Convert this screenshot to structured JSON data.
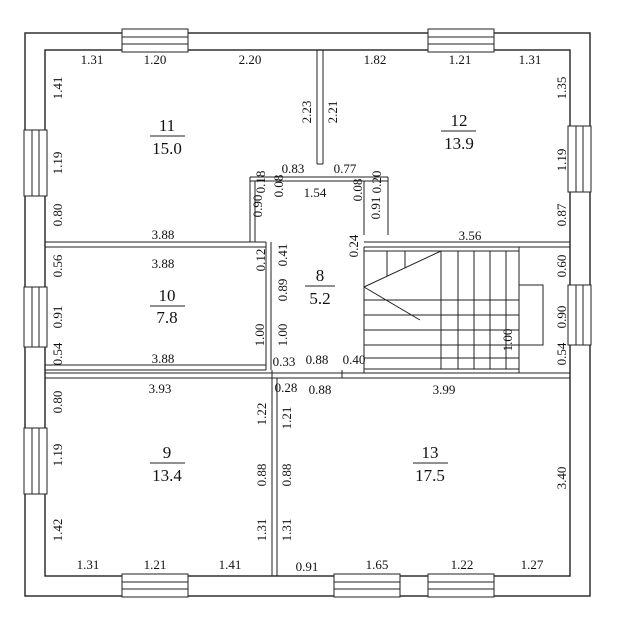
{
  "rooms": [
    {
      "num": "11",
      "area": "15.0"
    },
    {
      "num": "12",
      "area": "13.9"
    },
    {
      "num": "10",
      "area": "7.8"
    },
    {
      "num": "8",
      "area": "5.2"
    },
    {
      "num": "9",
      "area": "13.4"
    },
    {
      "num": "13",
      "area": "17.5"
    }
  ],
  "dims": {
    "top_l1": "1.31",
    "top_l2": "1.20",
    "top_l3": "2.20",
    "top_r1": "1.82",
    "top_r2": "1.21",
    "top_r3": "1.31",
    "left_11a": "1.41",
    "left_11b": "1.19",
    "left_11c": "0.80",
    "right_12a": "1.35",
    "right_12b": "1.19",
    "right_12c": "0.87",
    "v_223": "2.23",
    "v_221": "2.21",
    "r11_bottom": "3.88",
    "r10_top": "3.88",
    "r10_bottom": "3.88",
    "r12_bottom": "3.56",
    "left_10a": "0.56",
    "left_10b": "0.91",
    "left_10c": "0.54",
    "right_st_a": "0.60",
    "right_st_b": "0.90",
    "right_st_c": "0.54",
    "stair_100": "1.00",
    "c_018": "0.18",
    "c_083": "0.83",
    "c_077": "0.77",
    "c_020": "0.20",
    "c_008a": "0.08",
    "c_154": "1.54",
    "c_008b": "0.08",
    "c_090": "0.90",
    "c_091": "0.91",
    "c_024": "0.24",
    "c_012": "0.12",
    "c_041": "0.41",
    "c_089": "0.89",
    "c_100a": "1.00",
    "c_100b": "1.00",
    "c_033": "0.33",
    "c_088a": "0.88",
    "c_040": "0.40",
    "c_028": "0.28",
    "c_088b": "0.88",
    "r9_top": "3.93",
    "r13_top": "3.99",
    "left_9a": "0.80",
    "left_9b": "1.19",
    "left_9c": "1.42",
    "right_13": "3.40",
    "v_122": "1.22",
    "v_121": "1.21",
    "v_088a": "0.88",
    "v_088b": "0.88",
    "v_131a": "1.31",
    "v_131b": "1.31",
    "bot_l1": "1.31",
    "bot_l2": "1.21",
    "bot_l3": "1.41",
    "bot_r1": "0.91",
    "bot_r2": "1.65",
    "bot_r3": "1.22",
    "bot_r4": "1.27"
  }
}
